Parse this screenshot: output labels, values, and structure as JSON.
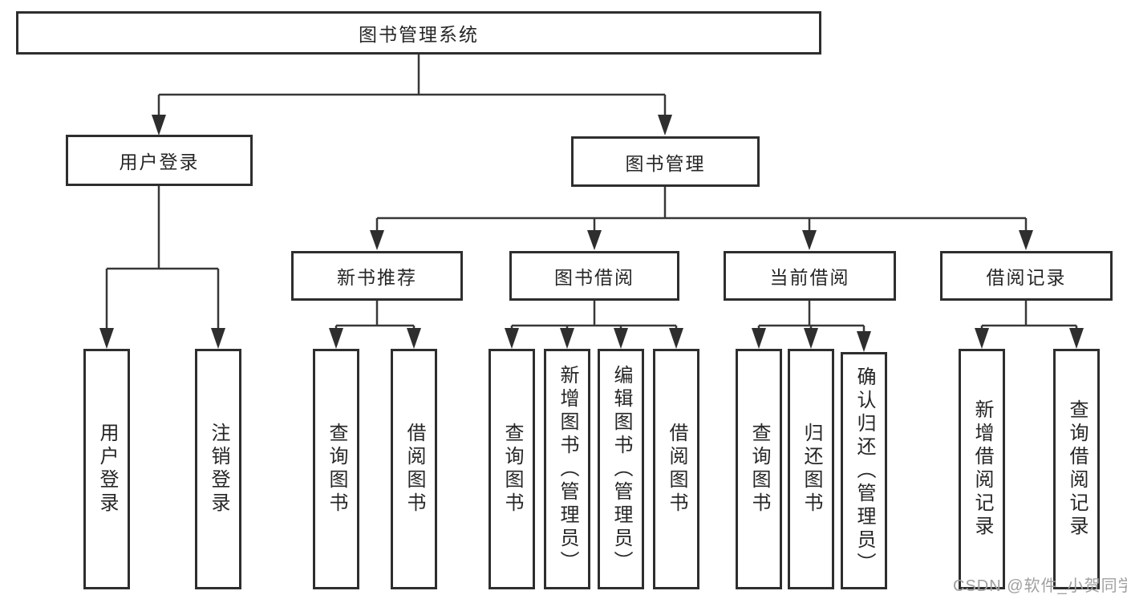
{
  "tree": {
    "label": "图书管理系统",
    "children": [
      {
        "label": "用户登录",
        "children": [
          {
            "label": "用户登录"
          },
          {
            "label": "注销登录"
          }
        ]
      },
      {
        "label": "图书管理",
        "children": [
          {
            "label": "新书推荐",
            "children": [
              {
                "label": "查询图书"
              },
              {
                "label": "借阅图书"
              }
            ]
          },
          {
            "label": "图书借阅",
            "children": [
              {
                "label": "查询图书"
              },
              {
                "label": "新增图书（管理员）"
              },
              {
                "label": "编辑图书（管理员）"
              },
              {
                "label": "借阅图书"
              }
            ]
          },
          {
            "label": "当前借阅",
            "children": [
              {
                "label": "查询图书"
              },
              {
                "label": "归还图书"
              },
              {
                "label": "确认归还（管理员）"
              }
            ]
          },
          {
            "label": "借阅记录",
            "children": [
              {
                "label": "新增借阅记录"
              },
              {
                "label": "查询借阅记录"
              }
            ]
          }
        ]
      }
    ]
  },
  "watermark": {
    "text": "CSDN @软件_小贺同学"
  },
  "colors": {
    "line": "#383838",
    "border": "#2e2e2e",
    "text": "#262626",
    "watermark": "#a0a0a0"
  }
}
